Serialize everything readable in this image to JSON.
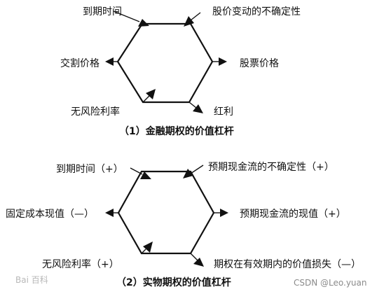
{
  "diagram1": {
    "caption": "（1）金融期权的价值杠杆",
    "labels": {
      "top_left": "到期时间",
      "top_right": "股价变动的不确定性",
      "mid_left": "交割价格",
      "mid_right": "股票价格",
      "bottom_left": "无风险利率",
      "bottom_right": "红利"
    }
  },
  "diagram2": {
    "caption": "（2）实物期权的价值杠杆",
    "labels": {
      "top_left": "到期时间（+）",
      "top_right": "预期现金流的不确定性（+）",
      "mid_left": "固定成本现值（—）",
      "mid_right": "预期现金流的现值（+）",
      "bottom_left": "无风险利率（+）",
      "bottom_right": "期权在有效期内的价值损失（—）"
    }
  },
  "watermark": {
    "left": "Bai 百科",
    "right": "CSDN @Leo.yuan"
  }
}
